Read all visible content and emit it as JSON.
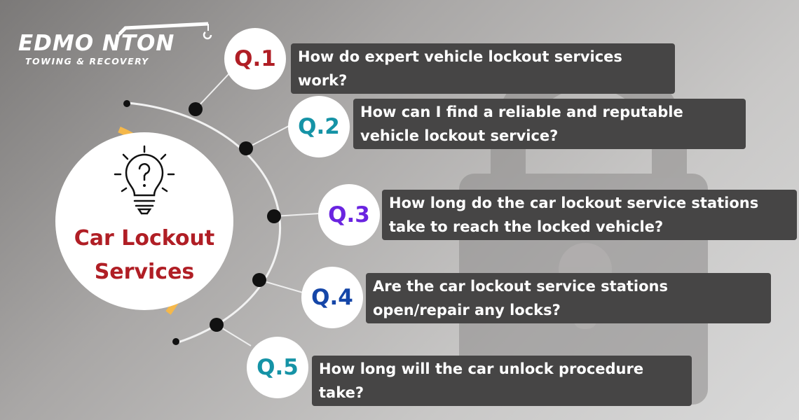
{
  "brand": {
    "name": "EDMO NTON",
    "tagline": "TOWING & RECOVERY"
  },
  "hub": {
    "title": "Car Lockout Services",
    "icon": "lightbulb-question-icon"
  },
  "questions": [
    {
      "number": "Q.1",
      "text": "How do expert vehicle lockout services work?",
      "color": "#b01e25"
    },
    {
      "number": "Q.2",
      "text": "How can I find a reliable and reputable vehicle lockout service?",
      "color": "#1593a6"
    },
    {
      "number": "Q.3",
      "text": "How long do the car lockout service stations take to reach the locked vehicle?",
      "color": "#6a24e0"
    },
    {
      "number": "Q.4",
      "text": "Are the car lockout service stations open/repair any locks?",
      "color": "#1546a8"
    },
    {
      "number": "Q.5",
      "text": "How long will the car unlock procedure take?",
      "color": "#1593a6"
    }
  ],
  "colors": {
    "accent_arc": "#f5b84a",
    "box_bg": "#464545",
    "lock_icon": "#8e8c8b"
  },
  "background_icon": "padlock-icon"
}
